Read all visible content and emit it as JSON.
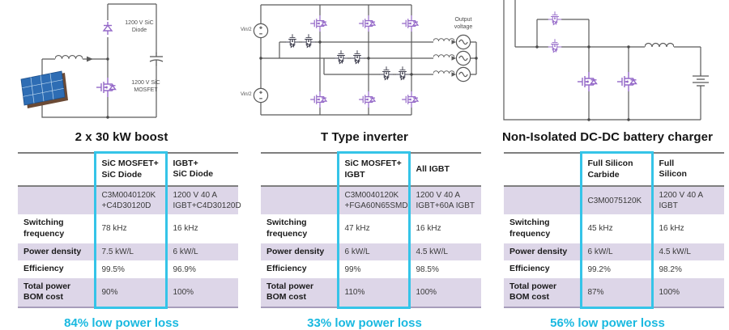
{
  "row_labels": {
    "switching": "Switching\nfrequency",
    "density": "Power density",
    "efficiency": "Efficiency",
    "bom": "Total power\nBOM cost"
  },
  "panels": [
    {
      "title": "2 x 30 kW boost",
      "caption": "84% low power loss",
      "circuit": {
        "name": "boost-converter",
        "diode_label": "1200 V SiC\nDiode",
        "mosfet_label": "1200 V SiC\nMOSFET"
      },
      "table": {
        "col1": {
          "header": "SiC MOSFET+\nSiC Diode",
          "part": "C3M0040120K\n+C4D30120D",
          "switching": "78 kHz",
          "density": "7.5 kW/L",
          "efficiency": "99.5%",
          "bom": "90%"
        },
        "col2": {
          "header": "IGBT+\nSiC Diode",
          "part": "1200 V 40 A\nIGBT+C4D30120D",
          "switching": "16 kHz",
          "density": "6 kW/L",
          "efficiency": "96.9%",
          "bom": "100%"
        }
      }
    },
    {
      "title": "T Type inverter",
      "caption": "33% low power loss",
      "circuit": {
        "name": "t-type-inverter",
        "vin_label": "Vin/2",
        "output_label": "Output\nvoltage"
      },
      "table": {
        "col1": {
          "header": "SiC MOSFET+\nIGBT",
          "part": "C3M0040120K\n+FGA60N65SMD",
          "switching": "47 kHz",
          "density": "6 kW/L",
          "efficiency": "99%",
          "bom": "110%"
        },
        "col2": {
          "header": "All IGBT",
          "part": "1200 V 40 A\nIGBT+60A IGBT",
          "switching": "16 kHz",
          "density": "4.5 kW/L",
          "efficiency": "98.5%",
          "bom": "100%"
        }
      }
    },
    {
      "title": "Non-Isolated DC-DC battery charger",
      "caption": "56% low power loss",
      "circuit": {
        "name": "dcdc-battery-charger"
      },
      "table": {
        "col1": {
          "header": "Full Silicon\nCarbide",
          "part": "C3M0075120K",
          "switching": "45 kHz",
          "density": "6 kW/L",
          "efficiency": "99.2%",
          "bom": "87%"
        },
        "col2": {
          "header": "Full\nSilicon",
          "part": "1200 V 40 A\nIGBT",
          "switching": "16 kHz",
          "density": "4.5 kW/L",
          "efficiency": "98.2%",
          "bom": "100%"
        }
      }
    }
  ],
  "colors": {
    "highlight_cyan": "#35c4e8",
    "caption_cyan": "#1ab9e0",
    "row_lavender": "#ddd6e8",
    "sic_purple": "#9468c8",
    "si_dark": "#3d3d4d"
  }
}
